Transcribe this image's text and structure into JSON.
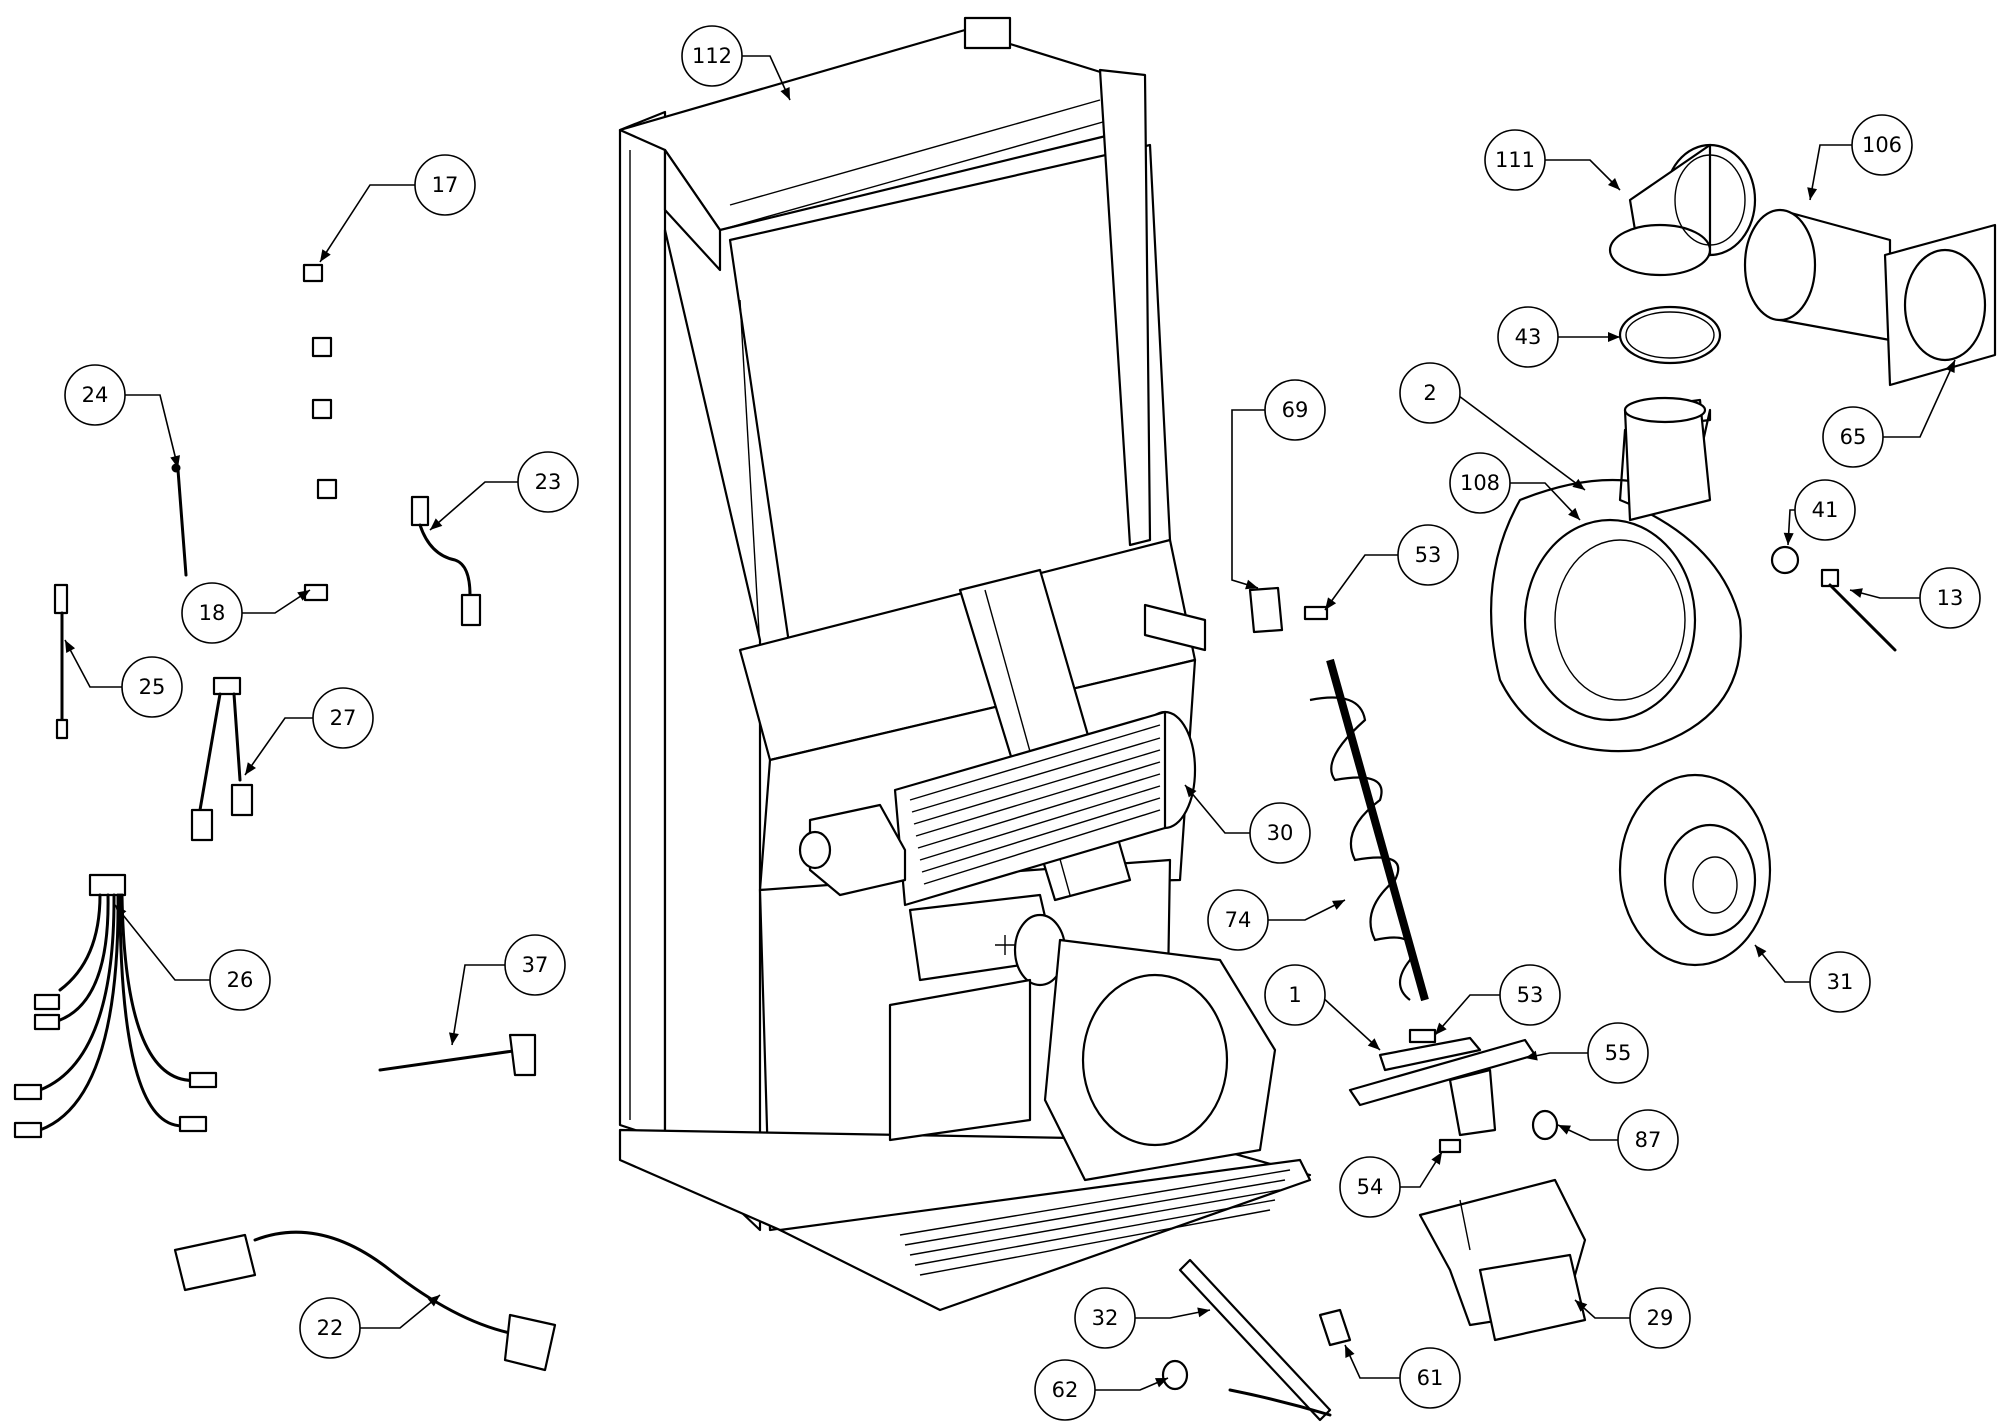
{
  "callouts": [
    {
      "id": "c1",
      "label": "1"
    },
    {
      "id": "c2",
      "label": "2"
    },
    {
      "id": "c13",
      "label": "13"
    },
    {
      "id": "c17",
      "label": "17"
    },
    {
      "id": "c18",
      "label": "18"
    },
    {
      "id": "c22",
      "label": "22"
    },
    {
      "id": "c23",
      "label": "23"
    },
    {
      "id": "c24",
      "label": "24"
    },
    {
      "id": "c25",
      "label": "25"
    },
    {
      "id": "c26",
      "label": "26"
    },
    {
      "id": "c27",
      "label": "27"
    },
    {
      "id": "c29",
      "label": "29"
    },
    {
      "id": "c30",
      "label": "30"
    },
    {
      "id": "c31",
      "label": "31"
    },
    {
      "id": "c32",
      "label": "32"
    },
    {
      "id": "c37",
      "label": "37"
    },
    {
      "id": "c41",
      "label": "41"
    },
    {
      "id": "c43",
      "label": "43"
    },
    {
      "id": "c53a",
      "label": "53"
    },
    {
      "id": "c53b",
      "label": "53"
    },
    {
      "id": "c54",
      "label": "54"
    },
    {
      "id": "c55",
      "label": "55"
    },
    {
      "id": "c61",
      "label": "61"
    },
    {
      "id": "c62",
      "label": "62"
    },
    {
      "id": "c65",
      "label": "65"
    },
    {
      "id": "c69",
      "label": "69"
    },
    {
      "id": "c74",
      "label": "74"
    },
    {
      "id": "c87",
      "label": "87"
    },
    {
      "id": "c106",
      "label": "106"
    },
    {
      "id": "c108",
      "label": "108"
    },
    {
      "id": "c111",
      "label": "111"
    },
    {
      "id": "c112",
      "label": "112"
    }
  ]
}
